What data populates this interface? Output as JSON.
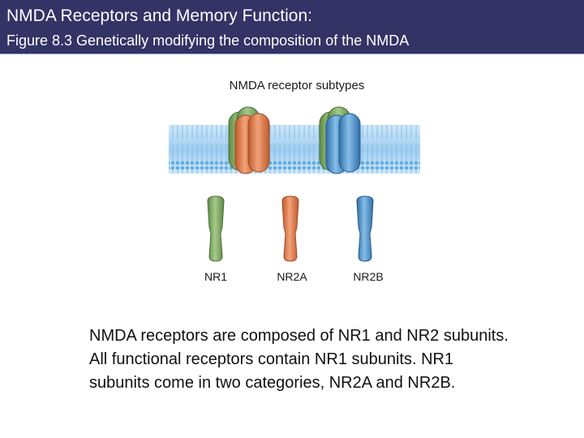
{
  "slide": {
    "title": "NMDA Receptors and Memory Function:",
    "subtitle": "Figure 8.3  Genetically modifying the composition of the NMDA"
  },
  "figure": {
    "heading": "NMDA receptor subtypes",
    "subunits": [
      {
        "label": "NR1",
        "color": "#7aa05a"
      },
      {
        "label": "NR2A",
        "color": "#e07a4a"
      },
      {
        "label": "NR2B",
        "color": "#4a8cc8"
      }
    ],
    "membrane_color": "#8ec5ee"
  },
  "caption": {
    "text": "NMDA receptors are composed of NR1 and NR2 subunits. All functional receptors contain NR1 subunits. NR1 subunits come in two categories, NR2A and NR2B."
  }
}
